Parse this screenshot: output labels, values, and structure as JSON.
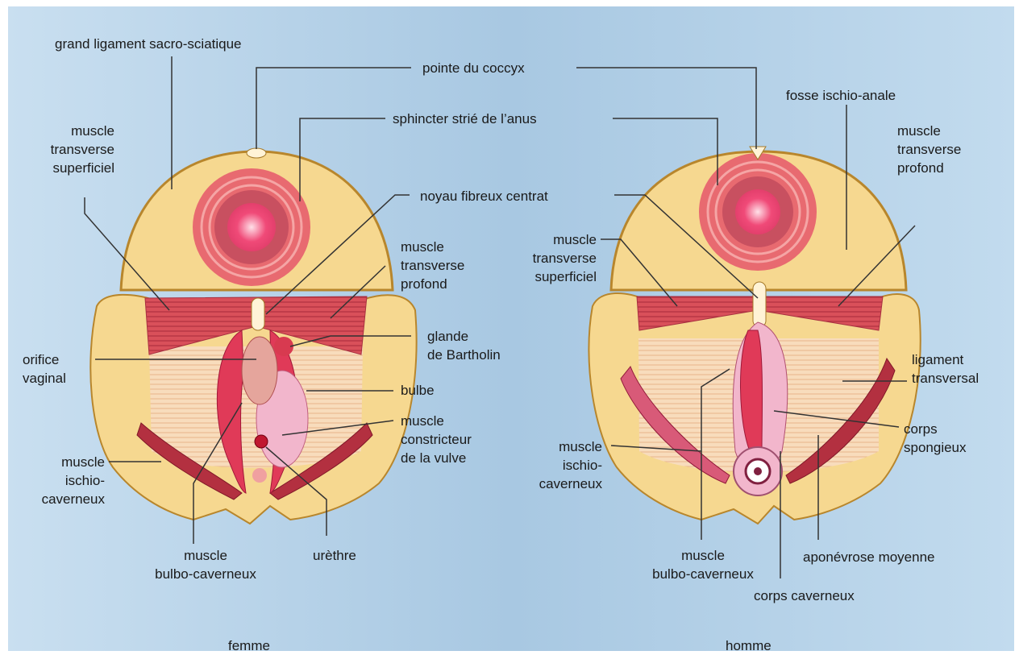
{
  "colors": {
    "fat": "#f6d890",
    "muscle": "#d8505a",
    "muscle_light": "#ec8f8f",
    "leader": "#333333",
    "background": "#b6d2e8"
  },
  "labels": {
    "grand_ligament": "grand ligament sacro-sciatique",
    "pointe_coccyx": "pointe du coccyx",
    "sphincter": "sphincter strié de l’anus",
    "noyau": "noyau fibreux centrat",
    "fosse": "fosse ischio-anale",
    "f_transverse_sup": "muscle\ntransverse\nsuperficiel",
    "f_transverse_prof": "muscle\ntransverse\nprofond",
    "glande": "glande\nde Bartholin",
    "orifice": "orifice\nvaginal",
    "bulbe": "bulbe",
    "constricteur": "muscle\nconstricteur\nde la vulve",
    "f_ischio": "muscle\nischio-\ncaverneux",
    "f_bulbo": "muscle\nbulbo-caverneux",
    "urethre": "urèthre",
    "femme": "femme",
    "h_transverse_prof": "muscle\ntransverse\nprofond",
    "h_transverse_sup": "muscle\ntransverse\nsuperficiel",
    "ligament_transversal": "ligament\ntransversal",
    "corps_spongieux": "corps\nspongieux",
    "h_ischio": "muscle\nischio-\ncaverneux",
    "aponevrose": "aponévrose moyenne",
    "h_bulbo": "muscle\nbulbo-caverneux",
    "corps_caverneux": "corps caverneux",
    "homme": "homme"
  }
}
